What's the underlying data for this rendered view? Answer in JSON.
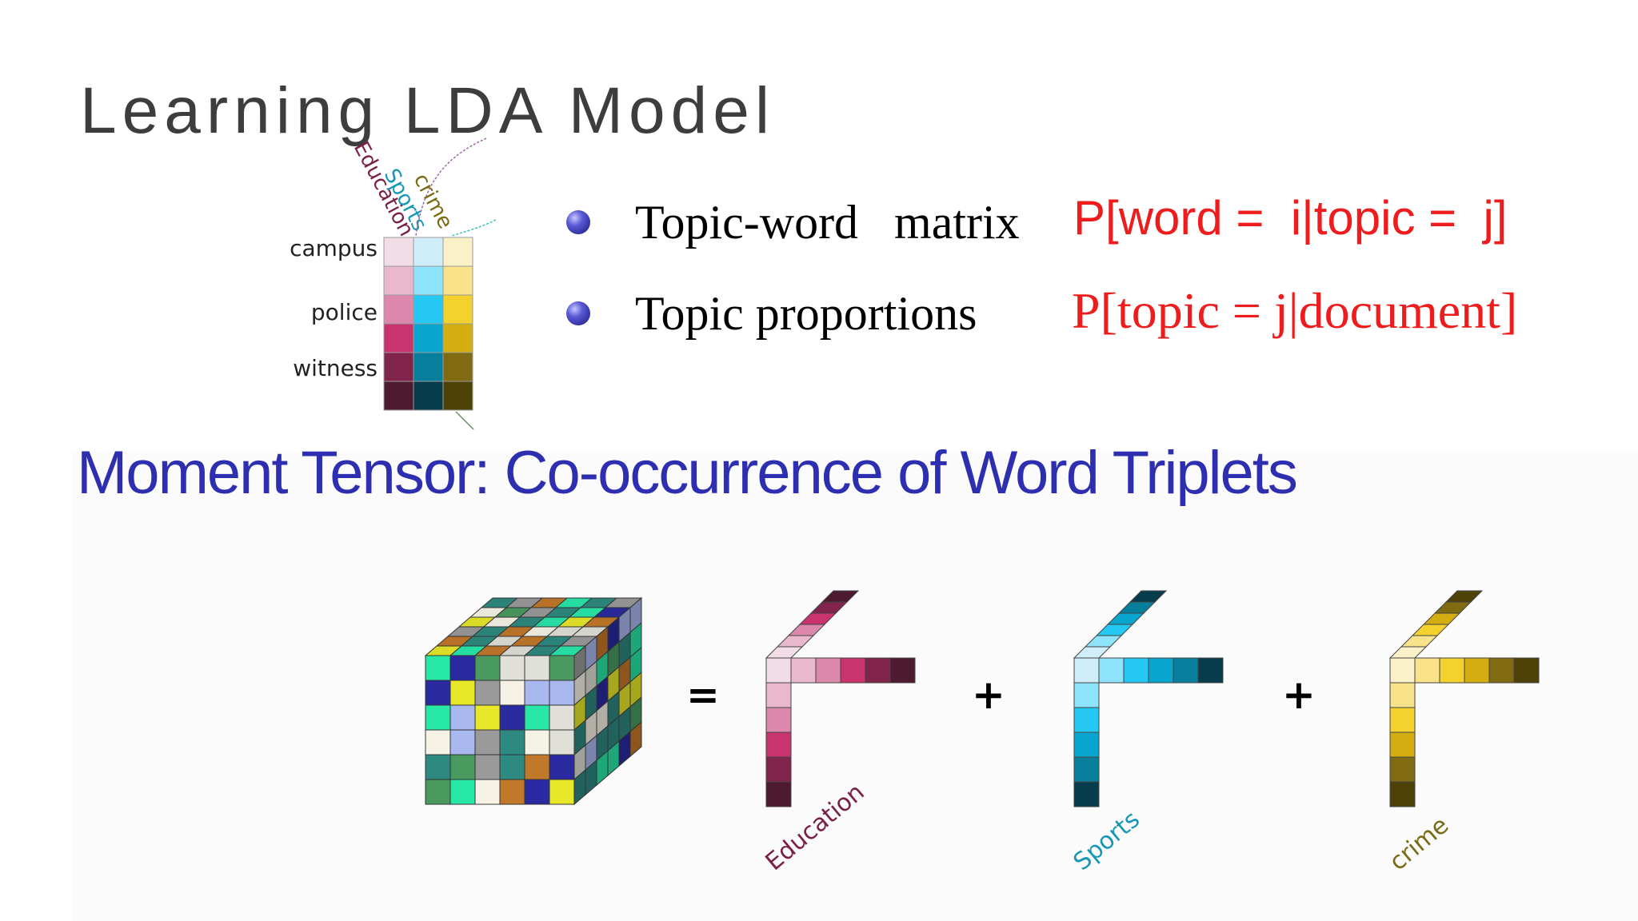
{
  "slide": {
    "title": "Learning LDA Model",
    "section_heading": "Moment Tensor: Co-occurrence of Word Triplets"
  },
  "topic_matrix": {
    "topic_labels": [
      "Education",
      "Sports",
      "crime"
    ],
    "word_labels": [
      "campus",
      "police",
      "witness"
    ],
    "columns": [
      [
        "#f2dce6",
        "#eab8cd",
        "#dc88ac",
        "#c9336e",
        "#80244c",
        "#4e1a30"
      ],
      [
        "#cfeefa",
        "#8ee4fa",
        "#25c8f2",
        "#08a6ce",
        "#077e9c",
        "#073c4c"
      ],
      [
        "#fbf1c8",
        "#f8e28a",
        "#f4d22e",
        "#d4ad10",
        "#806a12",
        "#4e4208"
      ]
    ]
  },
  "bullets": [
    {
      "text": "Topic-word   matrix",
      "formula": "P[word =  i|topic =  j]"
    },
    {
      "text": "Topic proportions",
      "formula": "P[topic = j|document]"
    }
  ],
  "tensor_equation": {
    "operators": [
      "=",
      "+",
      "+"
    ],
    "cube_palette": [
      "#f6f3e6",
      "#c2782a",
      "#28e8a8",
      "#aab8f0",
      "#2e8a80",
      "#9a9a9a",
      "#e8e82a",
      "#2a2aa0",
      "#4a9a60",
      "#e0e0d8"
    ],
    "factors": [
      {
        "label": "Education",
        "label_color": "#7a2048",
        "colors": [
          "#f2dce6",
          "#eab8cd",
          "#dc88ac",
          "#c9336e",
          "#80244c",
          "#4e1a30"
        ]
      },
      {
        "label": "Sports",
        "label_color": "#1797b4",
        "colors": [
          "#cfeefa",
          "#8ee4fa",
          "#25c8f2",
          "#08a6ce",
          "#077e9c",
          "#073c4c"
        ]
      },
      {
        "label": "crime",
        "label_color": "#7a6a12",
        "colors": [
          "#fbf1c8",
          "#f8e28a",
          "#f4d22e",
          "#d4ad10",
          "#806a12",
          "#4e4208"
        ]
      }
    ]
  }
}
